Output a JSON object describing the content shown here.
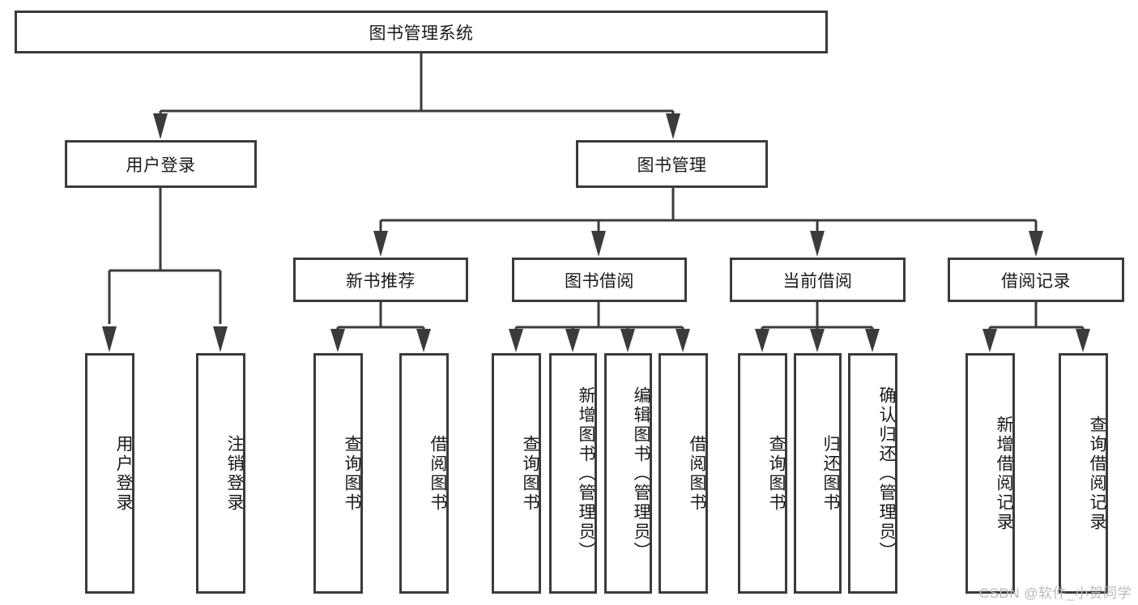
{
  "diagram": {
    "title": "图书管理系统",
    "type": "hierarchy-tree",
    "colors": {
      "stroke": "#3b3b3b",
      "fill": "#ffffff",
      "text": "#1a1a1a",
      "watermark": "#b8b8b8"
    },
    "root": {
      "id": "root",
      "label": "图书管理系统",
      "orientation": "horizontal"
    },
    "level2": [
      {
        "id": "user-login",
        "label": "用户登录",
        "orientation": "horizontal"
      },
      {
        "id": "book-manage",
        "label": "图书管理",
        "orientation": "horizontal"
      }
    ],
    "level3": [
      {
        "id": "new-book-recommend",
        "label": "新书推荐",
        "orientation": "horizontal",
        "parent": "book-manage"
      },
      {
        "id": "book-borrow",
        "label": "图书借阅",
        "orientation": "horizontal",
        "parent": "book-manage"
      },
      {
        "id": "current-borrow",
        "label": "当前借阅",
        "orientation": "horizontal",
        "parent": "book-manage"
      },
      {
        "id": "borrow-record",
        "label": "借阅记录",
        "orientation": "horizontal",
        "parent": "book-manage"
      }
    ],
    "leaves": [
      {
        "id": "leaf-user-login",
        "label": "用户登录",
        "orientation": "vertical",
        "parent": "user-login"
      },
      {
        "id": "leaf-user-logout",
        "label": "注销登录",
        "orientation": "vertical",
        "parent": "user-login"
      },
      {
        "id": "leaf-rec-query-book",
        "label": "查询图书",
        "orientation": "vertical",
        "parent": "new-book-recommend"
      },
      {
        "id": "leaf-rec-borrow-book",
        "label": "借阅图书",
        "orientation": "vertical",
        "parent": "new-book-recommend"
      },
      {
        "id": "leaf-borrow-query-book",
        "label": "查询图书",
        "orientation": "vertical",
        "parent": "book-borrow"
      },
      {
        "id": "leaf-borrow-add-book",
        "label": "新增图书（管理员）",
        "orientation": "vertical",
        "parent": "book-borrow"
      },
      {
        "id": "leaf-borrow-edit-book",
        "label": "编辑图书（管理员）",
        "orientation": "vertical",
        "parent": "book-borrow"
      },
      {
        "id": "leaf-borrow-borrow-book",
        "label": "借阅图书",
        "orientation": "vertical",
        "parent": "book-borrow"
      },
      {
        "id": "leaf-current-query-book",
        "label": "查询图书",
        "orientation": "vertical",
        "parent": "current-borrow"
      },
      {
        "id": "leaf-current-return-book",
        "label": "归还图书",
        "orientation": "vertical",
        "parent": "current-borrow"
      },
      {
        "id": "leaf-current-confirm-return",
        "label": "确认归还（管理员）",
        "orientation": "vertical",
        "parent": "current-borrow"
      },
      {
        "id": "leaf-record-add",
        "label": "新增借阅记录",
        "orientation": "vertical",
        "parent": "borrow-record"
      },
      {
        "id": "leaf-record-query",
        "label": "查询借阅记录",
        "orientation": "vertical",
        "parent": "borrow-record"
      }
    ]
  },
  "watermark": {
    "text": "CSDN @软件_小贺同学"
  }
}
